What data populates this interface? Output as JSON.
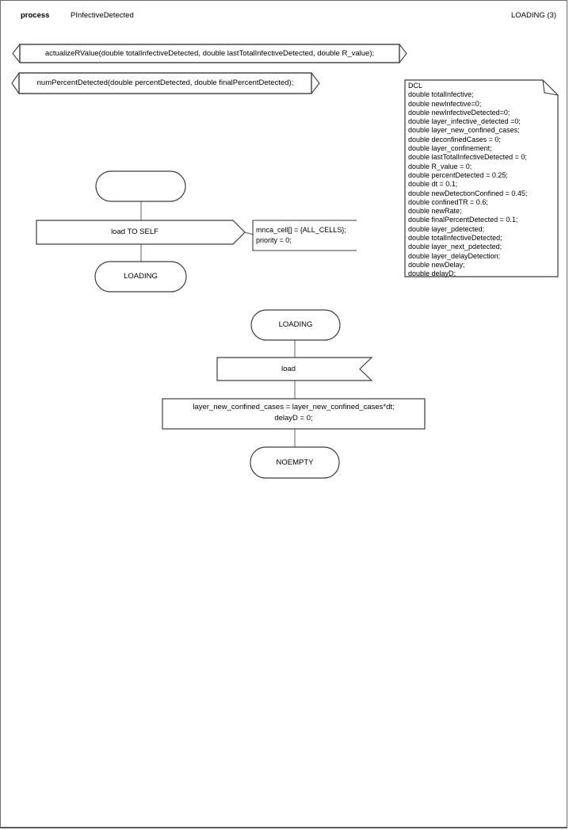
{
  "header": {
    "kind_label": "process",
    "process_name": "PInfectiveDetected",
    "page_label": "LOADING (3)"
  },
  "signatures": [
    "actualizeRValue(double totalInfectiveDetected, double lastTotalInfectiveDetected, double R_value);",
    "numPercentDetected(double percentDetected, double finalPercentDetected);"
  ],
  "declarations": {
    "lines": [
      "DCL",
      "double totalInfective;",
      "double newInfective=0;",
      "double newInfectiveDetected=0;",
      "double layer_infective_detected =0;",
      "double layer_new_confined_cases;",
      "double deconfinedCases = 0;",
      "double layer_confinement;",
      "double lastTotalInfectiveDetected = 0;",
      "double R_value = 0;",
      "double percentDetected = 0.25;",
      "double dt = 0.1;",
      "double newDetectionConfined = 0.45;",
      "double confinedTR = 0.6;",
      "double newRate;",
      "double finalPercentDetected = 0.1;",
      "double layer_pdetected;",
      "double totalInfectiveDetected;",
      "double layer_next_pdetected;",
      "double layer_delayDetection;",
      "double newDelay;",
      "double delayD;"
    ]
  },
  "start_flow": {
    "output_label": "load TO SELF",
    "comment_lines": [
      "mnca_cell[] = {ALL_CELLS};",
      "priority = 0;"
    ],
    "next_state": "LOADING"
  },
  "loading_flow": {
    "state": "LOADING",
    "input_label": "load",
    "task_lines": [
      "layer_new_confined_cases = layer_new_confined_cases*dt;",
      "delayD = 0;"
    ],
    "next_state": "NOEMPTY"
  },
  "colors": {
    "symbol_outline": "#3d3d3d",
    "connector_line": "#7a7a7a",
    "page_border": "#6e6e6e",
    "text": "#000000"
  }
}
